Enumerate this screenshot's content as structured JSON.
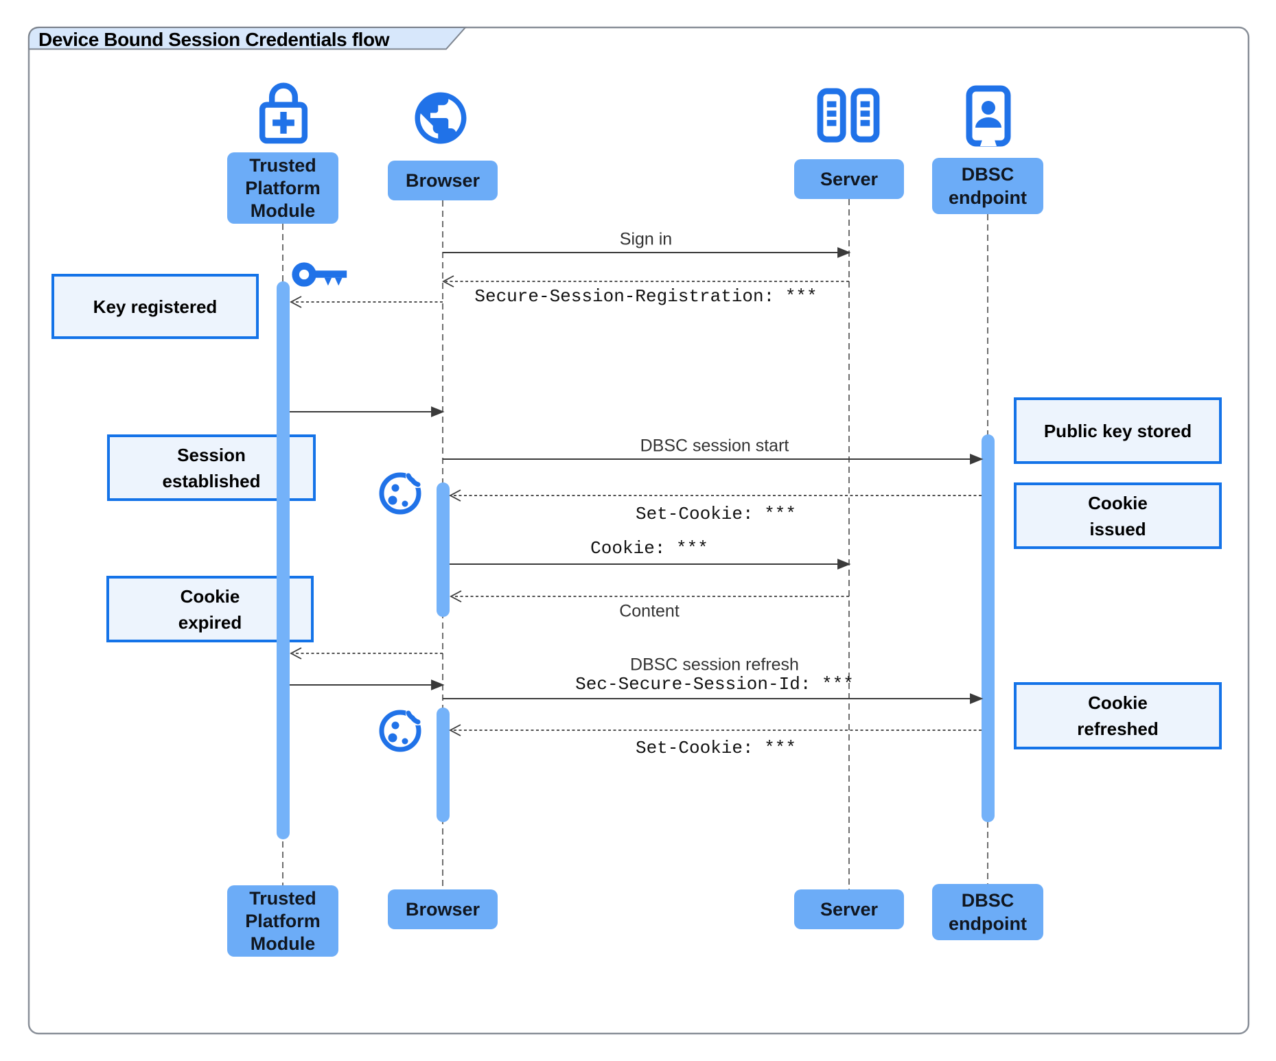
{
  "title": "Device Bound Session Credentials flow",
  "participants": {
    "tpm": {
      "label": "Trusted\nPlatform\nModule",
      "icon": "lock-plus-icon"
    },
    "browser": {
      "label": "Browser",
      "icon": "globe-icon"
    },
    "server": {
      "label": "Server",
      "icon": "server-rack-icon"
    },
    "dbsc": {
      "label": "DBSC\nendpoint",
      "icon": "door-person-icon"
    }
  },
  "messages": {
    "sign_in": "Sign in",
    "secure_session_registration": "Secure-Session-Registration: ***",
    "dbsc_session_start": "DBSC session start",
    "set_cookie_1": "Set-Cookie: ***",
    "cookie": "Cookie: ***",
    "content": "Content",
    "dbsc_session_refresh": "DBSC session refresh",
    "sec_secure_session_id": "Sec-Secure-Session-Id: ***",
    "set_cookie_2": "Set-Cookie: ***"
  },
  "notes": {
    "key_registered": "Key registered",
    "session_established": "Session\nestablished",
    "public_key_stored": "Public key stored",
    "cookie_issued": "Cookie\nissued",
    "cookie_expired": "Cookie\nexpired",
    "cookie_refreshed": "Cookie\nrefreshed"
  },
  "decoration_icons": [
    "key-icon",
    "cookie-icon",
    "cookie-icon"
  ],
  "colors": {
    "icon_blue": "#2072e8",
    "participant_fill": "#6cacf7",
    "activation_fill": "#74b2f9",
    "note_border": "#1473e8",
    "note_fill": "#edf4fd",
    "tab_fill": "#d7e7fb",
    "line": "#3a3a3a",
    "frame_border": "#8a9099"
  }
}
